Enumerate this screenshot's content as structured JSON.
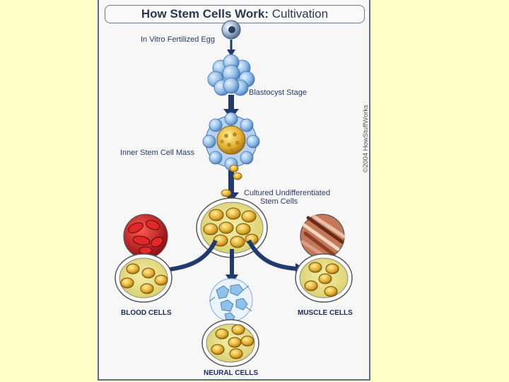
{
  "diagram": {
    "title_bold": "How Stem Cells  Work:",
    "title_rest": " Cultivation",
    "labels": {
      "egg": "In Vitro Fertilized Egg",
      "blastocyst": "Blastocyst Stage",
      "inner_mass": "Inner Stem Cell Mass",
      "cultured_line1": "Cultured Undifferentiated",
      "cultured_line2": "Stem Cells"
    },
    "outputs": {
      "blood": "BLOOD CELLS",
      "muscle": "MUSCLE CELLS",
      "neural": "NEURAL CELLS"
    },
    "copyright": "©2004 HowStuffWorks",
    "colors": {
      "background": "#ffffc8",
      "arrow": "#1f3a6e",
      "cell_gold": "#d6a226",
      "dish_fill": "#e9e08a",
      "blood_red": "#c0141c",
      "blue_cell": "#7aaee0"
    }
  }
}
